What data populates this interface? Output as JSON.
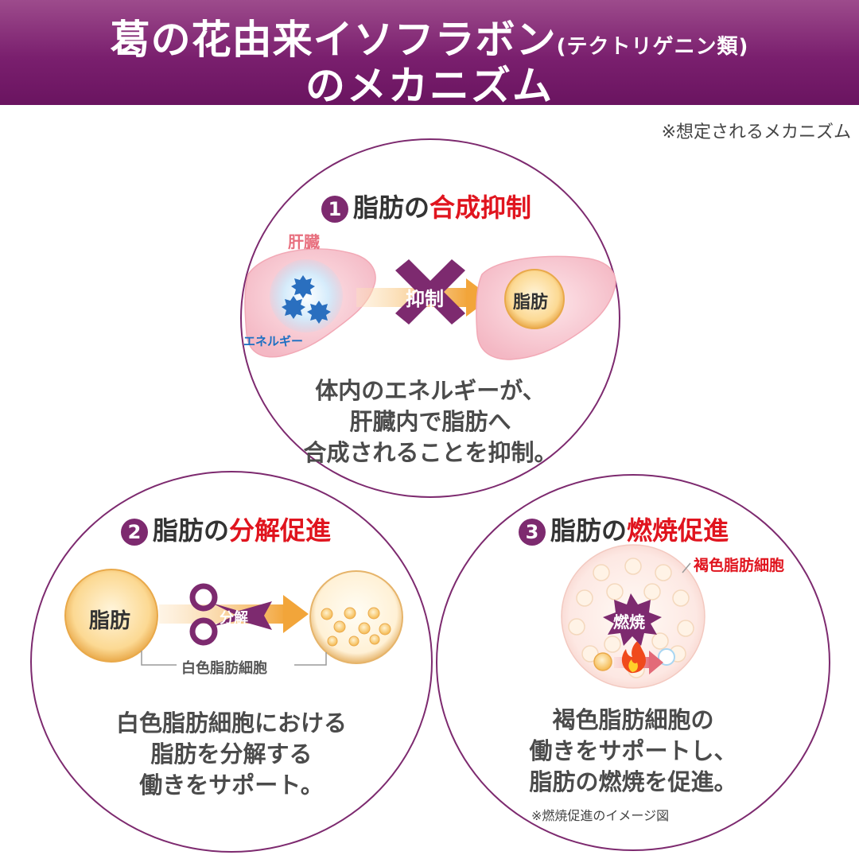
{
  "header": {
    "title_main": "葛の花由来イソフラボン",
    "title_paren": "(テクトリゲニン類)",
    "title_line2": "のメカニズム"
  },
  "note_top": "※想定されるメカニズム",
  "mechanisms": [
    {
      "number": "1",
      "heading_prefix": "脂肪の",
      "heading_accent": "合成抑制",
      "labels": {
        "liver": "肝臓",
        "energy": "エネルギー",
        "inhibit": "抑制",
        "fat": "脂肪"
      },
      "description": [
        "体内のエネルギーが、",
        "肝臓内で脂肪へ",
        "合成されることを抑制。"
      ]
    },
    {
      "number": "2",
      "heading_prefix": "脂肪の",
      "heading_accent": "分解促進",
      "labels": {
        "fat": "脂肪",
        "break_down": "分解",
        "white_fat_cell": "白色脂肪細胞"
      },
      "description": [
        "白色脂肪細胞における",
        "脂肪を分解する",
        "働きをサポート。"
      ]
    },
    {
      "number": "3",
      "heading_prefix": "脂肪の",
      "heading_accent": "燃焼促進",
      "labels": {
        "brown_fat_cell": "褐色脂肪細胞",
        "burn": "燃焼"
      },
      "description": [
        "褐色脂肪細胞の",
        "働きをサポートし、",
        "脂肪の燃焼を促進。"
      ],
      "note": "※燃焼促進のイメージ図"
    }
  ],
  "colors": {
    "brand_purple": "#7d2a6f",
    "accent_red": "#e0141e",
    "energy_blue": "#1b6fc2",
    "arrow_orange": "#f2a53a"
  }
}
